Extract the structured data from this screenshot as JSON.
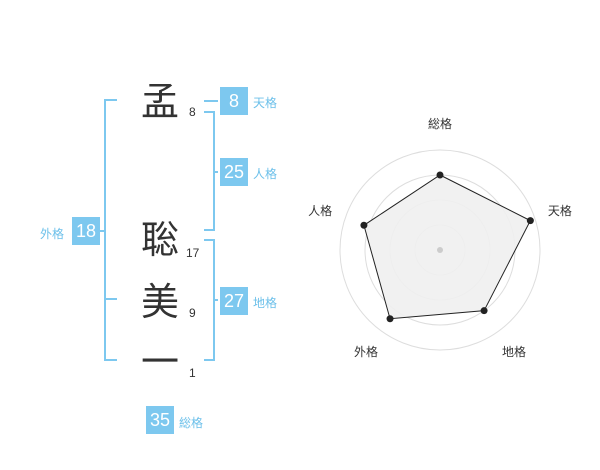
{
  "colors": {
    "accent": "#7dc8ef",
    "accent_text": "#6cc0ea",
    "text": "#333333",
    "ring": "#dddddd",
    "polygon_fill": "#f0f0f0",
    "polygon_stroke": "#222222"
  },
  "name": {
    "characters": [
      {
        "char": "孟",
        "strokes": "8"
      },
      {
        "char": "聡",
        "strokes": "17"
      },
      {
        "char": "美",
        "strokes": "9"
      },
      {
        "char": "一",
        "strokes": "1"
      }
    ]
  },
  "fortune": {
    "tenkaku": {
      "value": "8",
      "label": "天格"
    },
    "jinkaku": {
      "value": "25",
      "label": "人格"
    },
    "chikaku": {
      "value": "27",
      "label": "地格"
    },
    "gaikaku": {
      "value": "18",
      "label": "外格"
    },
    "soukaku": {
      "value": "35",
      "label": "総格"
    }
  },
  "chart_data": {
    "type": "radar",
    "axes": [
      "総格",
      "天格",
      "地格",
      "外格",
      "人格"
    ],
    "values": [
      0.75,
      0.95,
      0.75,
      0.85,
      0.8
    ],
    "rings": 4,
    "rmax": 1
  }
}
